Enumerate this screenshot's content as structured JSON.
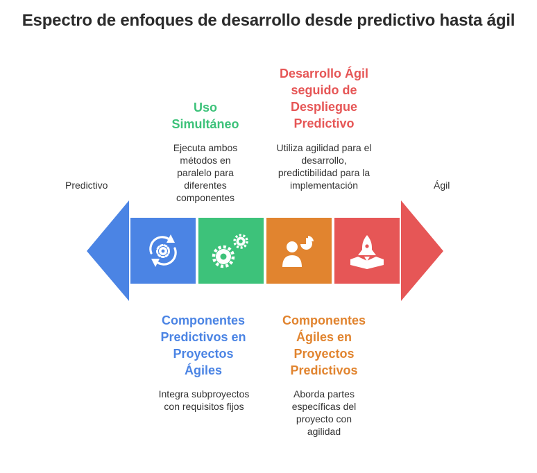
{
  "title": "Espectro de enfoques de desarrollo desde predictivo hasta ágil",
  "ends": {
    "left": "Predictivo",
    "right": "Ágil"
  },
  "colors": {
    "blue": "#4b84e4",
    "green": "#3dc27a",
    "orange": "#e1842f",
    "red": "#e65656"
  },
  "segments": [
    {
      "heading": "Componentes Predictivos en Proyectos Ágiles",
      "description": "Integra subproyectos con requisitos fijos",
      "icon": "refresh-gear-icon"
    },
    {
      "heading": "Uso Simultáneo",
      "description": "Ejecuta ambos métodos en paralelo para diferentes componentes",
      "icon": "gears-icon"
    },
    {
      "heading": "Componentes Ágiles en Proyectos Predictivos",
      "description": "Aborda partes específicas del proyecto con agilidad",
      "icon": "person-chart-icon"
    },
    {
      "heading": "Desarrollo Ágil seguido de Despliegue Predictivo",
      "description": "Utiliza agilidad para el desarrollo, predictibilidad para la implementación",
      "icon": "rocket-launch-icon"
    }
  ]
}
